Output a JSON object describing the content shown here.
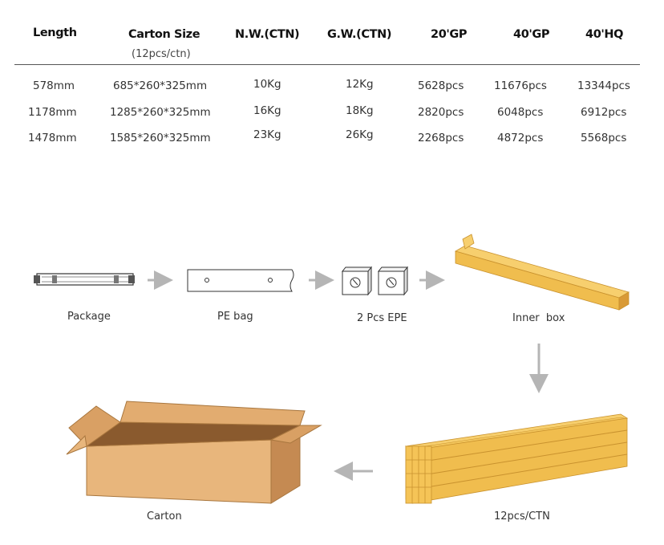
{
  "table": {
    "headers": {
      "length": "Length",
      "carton_size": "Carton Size",
      "carton_size_sub": "(12pcs/ctn)",
      "nw": "N.W.(CTN)",
      "gw": "G.W.(CTN)",
      "gp20": "20'GP",
      "gp40": "40'GP",
      "hq40": "40'HQ"
    },
    "rows": [
      {
        "length": "578mm",
        "carton": "685*260*325mm",
        "nw": "10Kg",
        "gw": "12Kg",
        "gp20": "5628pcs",
        "gp40": "11676pcs",
        "hq40": "13344pcs"
      },
      {
        "length": "1178mm",
        "carton": "1285*260*325mm",
        "nw": "16Kg",
        "gw": "18Kg",
        "gp20": "2820pcs",
        "gp40": "6048pcs",
        "hq40": "6912pcs"
      },
      {
        "length": "1478mm",
        "carton": "1585*260*325mm",
        "nw": "23Kg",
        "gw": "26Kg",
        "gp20": "2268pcs",
        "gp40": "4872pcs",
        "hq40": "5568pcs"
      }
    ]
  },
  "diagram": {
    "package_label": "Package",
    "pe_bag_label": "PE bag",
    "epe_label": "2 Pcs EPE",
    "inner_box_label": "Inner  box",
    "carton_label": "Carton",
    "ctn_label": "12pcs/CTN",
    "colors": {
      "box_light": "#f7cf6e",
      "box_mid": "#f0bd4e",
      "box_dark": "#d99a36",
      "carton_light": "#e8b67c",
      "carton_mid": "#d9a064",
      "carton_dark": "#c58a52",
      "arrow": "#b5b5b5"
    }
  }
}
